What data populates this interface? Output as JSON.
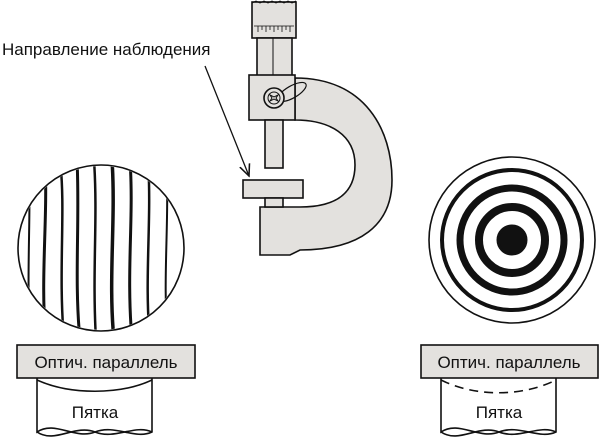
{
  "labels": {
    "observation_direction": "Направление наблюдения",
    "left_parallel": "Оптич. параллель",
    "left_anvil": "Пятка",
    "right_parallel": "Оптич. параллель",
    "right_anvil": "Пятка"
  },
  "colors": {
    "fill_gray": "#e3e1de",
    "stroke": "#111111"
  }
}
